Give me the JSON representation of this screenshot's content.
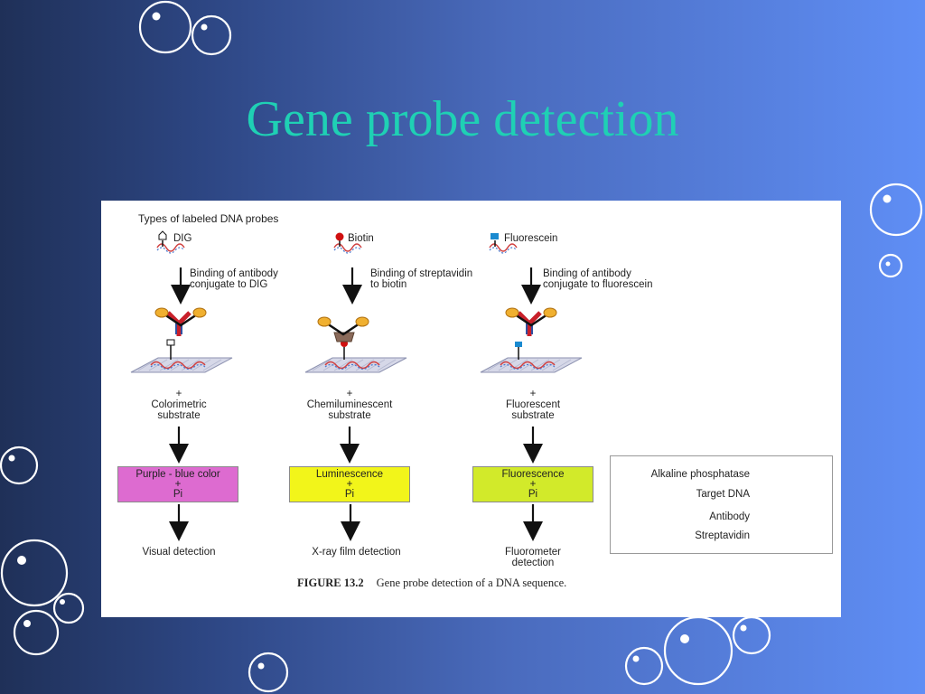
{
  "slide": {
    "title": "Gene probe detection"
  },
  "figure": {
    "heading": "Types of labeled DNA probes",
    "columns": [
      {
        "probe": "DIG",
        "binding": [
          "Binding of antibody",
          "conjugate to DIG"
        ],
        "plus": "+",
        "substrate": [
          "Colorimetric",
          "substrate"
        ],
        "result": [
          "Purple - blue color",
          "+",
          "Pi"
        ],
        "result_color": "#dd6bd0",
        "detection": [
          "Visual detection"
        ]
      },
      {
        "probe": "Biotin",
        "binding": [
          "Binding of streptavidin",
          "to biotin"
        ],
        "plus": "+",
        "substrate": [
          "Chemiluminescent",
          "substrate"
        ],
        "result": [
          "Luminescence",
          "+",
          "Pi"
        ],
        "result_color": "#f2f51a",
        "detection": [
          "X-ray film detection"
        ]
      },
      {
        "probe": "Fluorescein",
        "binding": [
          "Binding of antibody",
          "conjugate to fluorescein"
        ],
        "plus": "+",
        "substrate": [
          "Fluorescent",
          "substrate"
        ],
        "result": [
          "Fluorescence",
          "+",
          "Pi"
        ],
        "result_color": "#d2ea2a",
        "detection": [
          "Fluorometer",
          "detection"
        ]
      }
    ],
    "legend": [
      "Alkaline phosphatase",
      "Target DNA",
      "Antibody",
      "Streptavidin"
    ],
    "caption": {
      "label": "FIGURE 13.2",
      "text": "Gene probe detection of a DNA sequence."
    }
  },
  "colors": {
    "title": "#1fd0b4",
    "enzyme": "#f0b030",
    "antibody_red": "#c8202a",
    "antibody_blue": "#3050a0",
    "streptavidin": "#8a6a5a",
    "dig_marker": "#ffffff",
    "biotin_marker": "#d01010",
    "fluorescein_marker": "#1a8ad0",
    "dna_red": "#d04040",
    "dna_blue": "#4a7ad0"
  },
  "icons": [
    "bubble-icon",
    "down-arrow-icon",
    "antibody-icon",
    "enzyme-icon",
    "streptavidin-icon",
    "dna-strand-icon",
    "membrane-icon"
  ]
}
